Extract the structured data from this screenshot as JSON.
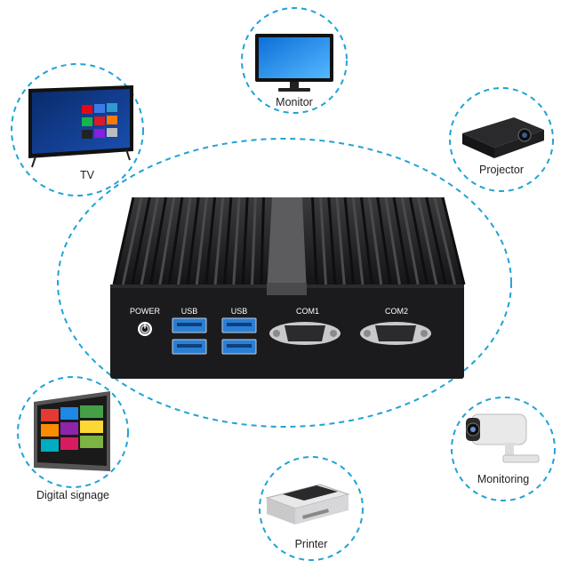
{
  "device": {
    "port_labels": {
      "power": "POWER",
      "usb1": "USB",
      "usb2": "USB",
      "com1": "COM1",
      "com2": "COM2"
    }
  },
  "peripherals": [
    {
      "id": "monitor",
      "label": "Monitor",
      "icon": "monitor-icon"
    },
    {
      "id": "tv",
      "label": "TV",
      "icon": "tv-icon"
    },
    {
      "id": "projector",
      "label": "Projector",
      "icon": "projector-icon"
    },
    {
      "id": "digital-signage",
      "label": "Digital signage",
      "icon": "digital-signage-icon"
    },
    {
      "id": "monitoring",
      "label": "Monitoring",
      "icon": "security-camera-icon"
    },
    {
      "id": "printer",
      "label": "Printer",
      "icon": "printer-icon"
    }
  ],
  "colors": {
    "dash": "#1fa3d6",
    "device_body": "#1b1b1d",
    "usb_blue": "#2a7fd4"
  }
}
